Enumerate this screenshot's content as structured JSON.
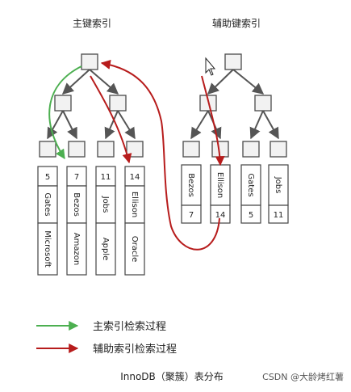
{
  "primary_index": {
    "title": "主键索引",
    "records": [
      {
        "id": "5",
        "name": "Gates",
        "company": "Microsoft"
      },
      {
        "id": "7",
        "name": "Bezos",
        "company": "Amazon"
      },
      {
        "id": "11",
        "name": "Jobs",
        "company": "Apple"
      },
      {
        "id": "14",
        "name": "Ellison",
        "company": "Oracle"
      }
    ]
  },
  "secondary_index": {
    "title": "辅助键索引",
    "records": [
      {
        "name": "Bezos",
        "id": "7"
      },
      {
        "name": "Ellison",
        "id": "14"
      },
      {
        "name": "Gates",
        "id": "5"
      },
      {
        "name": "Jobs",
        "id": "11"
      }
    ]
  },
  "legend": {
    "primary_label": "主索引检索过程",
    "primary_color": "#4caf50",
    "secondary_label": "辅助索引检索过程",
    "secondary_color": "#b71c1c"
  },
  "caption": "InnoDB（聚簇）表分布",
  "watermark": "CSDN @大龄烤红薯"
}
